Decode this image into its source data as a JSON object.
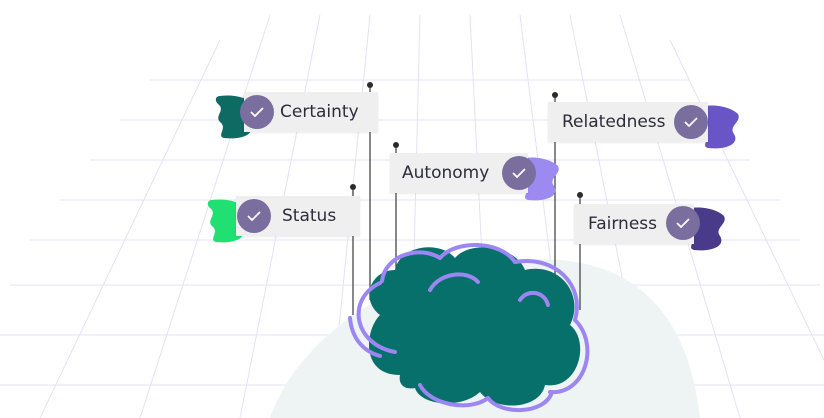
{
  "labels": {
    "certainty": "Certainty",
    "relatedness": "Relatedness",
    "autonomy": "Autonomy",
    "status": "Status",
    "fairness": "Fairness"
  },
  "colors": {
    "certainty_blob": "#0d6b63",
    "relatedness_blob": "#6a55c6",
    "autonomy_blob": "#9c8af0",
    "status_blob": "#1fe070",
    "fairness_blob": "#4a3a8a",
    "check_circle": "#7a6e9e",
    "cloud_fill": "#08706a",
    "cloud_outline": "#9b86f2"
  },
  "icons": [
    "check-icon",
    "cloud-icon",
    "pin-icon"
  ]
}
